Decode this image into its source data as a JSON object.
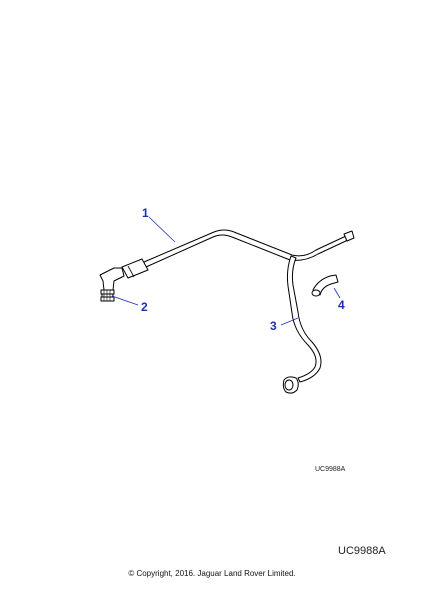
{
  "callouts": [
    {
      "id": "1",
      "label": "1"
    },
    {
      "id": "2",
      "label": "2"
    },
    {
      "id": "3",
      "label": "3"
    },
    {
      "id": "4",
      "label": "4"
    }
  ],
  "drawing_code_small": "UC9988A",
  "drawing_code_large": "UC9988A",
  "copyright": "© Copyright, 2016. Jaguar Land Rover Limited.",
  "colors": {
    "callout": "#1f2fb0",
    "line": "#000000"
  }
}
